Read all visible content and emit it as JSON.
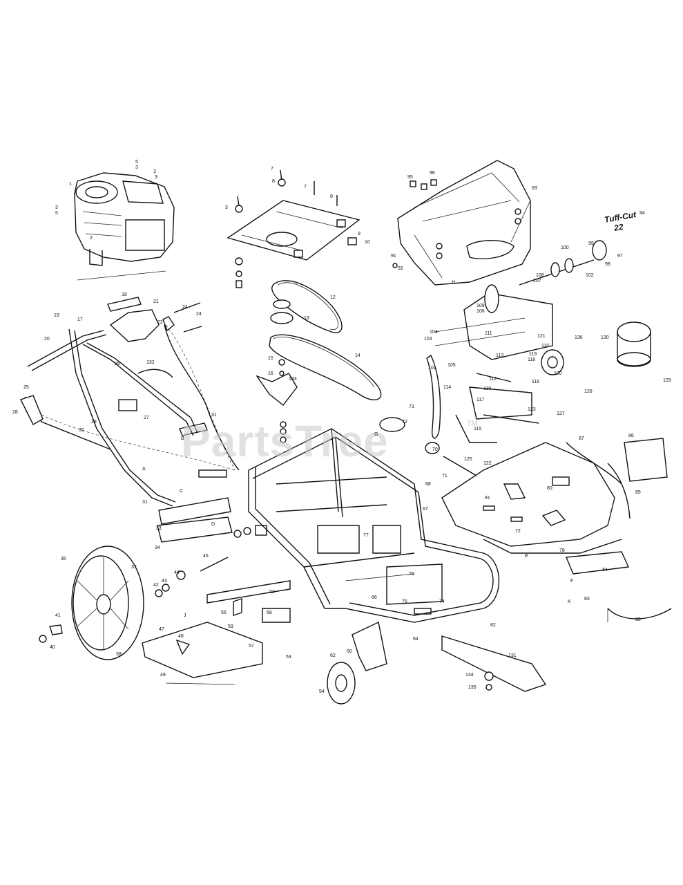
{
  "watermark": {
    "text": "PartsTree",
    "tm": "TM"
  },
  "decal_text": {
    "line1": "Tuff-Cut",
    "line2": "22"
  },
  "callouts": [
    {
      "id": "c1",
      "text": "1"
    },
    {
      "id": "c2",
      "text": "2"
    },
    {
      "id": "c3",
      "text": "3"
    },
    {
      "id": "c4",
      "text": "5"
    },
    {
      "id": "c5",
      "text": "3"
    },
    {
      "id": "c6",
      "text": "3"
    },
    {
      "id": "c7",
      "text": "5"
    },
    {
      "id": "c8",
      "text": "3"
    },
    {
      "id": "c9",
      "text": "7"
    },
    {
      "id": "c10",
      "text": "8"
    },
    {
      "id": "c11",
      "text": "3"
    },
    {
      "id": "c12",
      "text": "7"
    },
    {
      "id": "c13",
      "text": "8"
    },
    {
      "id": "c14",
      "text": "9"
    },
    {
      "id": "c15",
      "text": "10"
    },
    {
      "id": "c16",
      "text": "12"
    },
    {
      "id": "c17",
      "text": "13"
    },
    {
      "id": "c18",
      "text": "14"
    },
    {
      "id": "c19",
      "text": "15"
    },
    {
      "id": "c20",
      "text": "16"
    },
    {
      "id": "c21",
      "text": "17"
    },
    {
      "id": "c22",
      "text": "18"
    },
    {
      "id": "c23",
      "text": "19"
    },
    {
      "id": "c24",
      "text": "20"
    },
    {
      "id": "c25",
      "text": "21"
    },
    {
      "id": "c26",
      "text": "22"
    },
    {
      "id": "c27",
      "text": "24"
    },
    {
      "id": "c28",
      "text": "24"
    },
    {
      "id": "c29",
      "text": "25"
    },
    {
      "id": "c30",
      "text": "26"
    },
    {
      "id": "c31",
      "text": "27"
    },
    {
      "id": "c32",
      "text": "28"
    },
    {
      "id": "c33",
      "text": "29"
    },
    {
      "id": "c34",
      "text": "30"
    },
    {
      "id": "c35",
      "text": "31"
    },
    {
      "id": "c36",
      "text": "31"
    },
    {
      "id": "c37",
      "text": "33"
    },
    {
      "id": "c38",
      "text": "34"
    },
    {
      "id": "c39",
      "text": "35"
    },
    {
      "id": "c40",
      "text": "37"
    },
    {
      "id": "c41",
      "text": "38"
    },
    {
      "id": "c42",
      "text": "40"
    },
    {
      "id": "c43",
      "text": "41"
    },
    {
      "id": "c44",
      "text": "42"
    },
    {
      "id": "c45",
      "text": "43"
    },
    {
      "id": "c46",
      "text": "44"
    },
    {
      "id": "c47",
      "text": "45"
    },
    {
      "id": "c48",
      "text": "47"
    },
    {
      "id": "c49",
      "text": "48"
    },
    {
      "id": "c50",
      "text": "49"
    },
    {
      "id": "c51",
      "text": "50"
    },
    {
      "id": "c52",
      "text": "52"
    },
    {
      "id": "c53",
      "text": "53"
    },
    {
      "id": "c54",
      "text": "54"
    },
    {
      "id": "c55",
      "text": "55"
    },
    {
      "id": "c56",
      "text": "57"
    },
    {
      "id": "c57",
      "text": "58"
    },
    {
      "id": "c58",
      "text": "59"
    },
    {
      "id": "c59",
      "text": "62"
    },
    {
      "id": "c60",
      "text": "64"
    },
    {
      "id": "c61",
      "text": "66"
    },
    {
      "id": "c62",
      "text": "67"
    },
    {
      "id": "c63",
      "text": "68"
    },
    {
      "id": "c64",
      "text": "70"
    },
    {
      "id": "c65",
      "text": "71"
    },
    {
      "id": "c66",
      "text": "72"
    },
    {
      "id": "c67",
      "text": "72"
    },
    {
      "id": "c68",
      "text": "73"
    },
    {
      "id": "c69",
      "text": "74"
    },
    {
      "id": "c70",
      "text": "75"
    },
    {
      "id": "c71",
      "text": "76"
    },
    {
      "id": "c72",
      "text": "77"
    },
    {
      "id": "c73",
      "text": "78"
    },
    {
      "id": "c74",
      "text": "80"
    },
    {
      "id": "c75",
      "text": "81"
    },
    {
      "id": "c76",
      "text": "82"
    },
    {
      "id": "c77",
      "text": "83"
    },
    {
      "id": "c78",
      "text": "84"
    },
    {
      "id": "c79",
      "text": "85"
    },
    {
      "id": "c80",
      "text": "86"
    },
    {
      "id": "c81",
      "text": "87"
    },
    {
      "id": "c82",
      "text": "88"
    },
    {
      "id": "c83",
      "text": "91"
    },
    {
      "id": "c84",
      "text": "92"
    },
    {
      "id": "c85",
      "text": "93"
    },
    {
      "id": "c86",
      "text": "94"
    },
    {
      "id": "c87",
      "text": "95"
    },
    {
      "id": "c88",
      "text": "96"
    },
    {
      "id": "c89",
      "text": "97"
    },
    {
      "id": "c90",
      "text": "98"
    },
    {
      "id": "c91",
      "text": "99"
    },
    {
      "id": "c92",
      "text": "100"
    },
    {
      "id": "c93",
      "text": "101"
    },
    {
      "id": "c94",
      "text": "102"
    },
    {
      "id": "c95",
      "text": "103"
    },
    {
      "id": "c96",
      "text": "104"
    },
    {
      "id": "c97",
      "text": "105"
    },
    {
      "id": "c98",
      "text": "106"
    },
    {
      "id": "c99",
      "text": "107"
    },
    {
      "id": "c100",
      "text": "108"
    },
    {
      "id": "c101",
      "text": "109"
    },
    {
      "id": "c102",
      "text": "110"
    },
    {
      "id": "c103",
      "text": "111"
    },
    {
      "id": "c104",
      "text": "112"
    },
    {
      "id": "c105",
      "text": "113"
    },
    {
      "id": "c106",
      "text": "114"
    },
    {
      "id": "c107",
      "text": "115"
    },
    {
      "id": "c108",
      "text": "116"
    },
    {
      "id": "c109",
      "text": "117"
    },
    {
      "id": "c110",
      "text": "118"
    },
    {
      "id": "c111",
      "text": "119"
    },
    {
      "id": "c112",
      "text": "120"
    },
    {
      "id": "c113",
      "text": "121"
    },
    {
      "id": "c114",
      "text": "122"
    },
    {
      "id": "c115",
      "text": "123"
    },
    {
      "id": "c116",
      "text": "125"
    },
    {
      "id": "c117",
      "text": "126"
    },
    {
      "id": "c118",
      "text": "127"
    },
    {
      "id": "c119",
      "text": "129"
    },
    {
      "id": "c120",
      "text": "130"
    },
    {
      "id": "c121",
      "text": "131"
    },
    {
      "id": "c122",
      "text": "132"
    },
    {
      "id": "c123",
      "text": "133"
    },
    {
      "id": "c124",
      "text": "134"
    },
    {
      "id": "c125",
      "text": "135"
    },
    {
      "id": "c126",
      "text": "136"
    },
    {
      "id": "c127",
      "text": "137"
    },
    {
      "id": "c128",
      "text": "A"
    },
    {
      "id": "c129",
      "text": "B"
    },
    {
      "id": "c130",
      "text": "C"
    },
    {
      "id": "c131",
      "text": "D"
    },
    {
      "id": "c132",
      "text": "E"
    },
    {
      "id": "c133",
      "text": "F"
    },
    {
      "id": "c134",
      "text": "G"
    },
    {
      "id": "c135",
      "text": "H"
    },
    {
      "id": "c136",
      "text": "J"
    },
    {
      "id": "c137",
      "text": "K"
    }
  ]
}
